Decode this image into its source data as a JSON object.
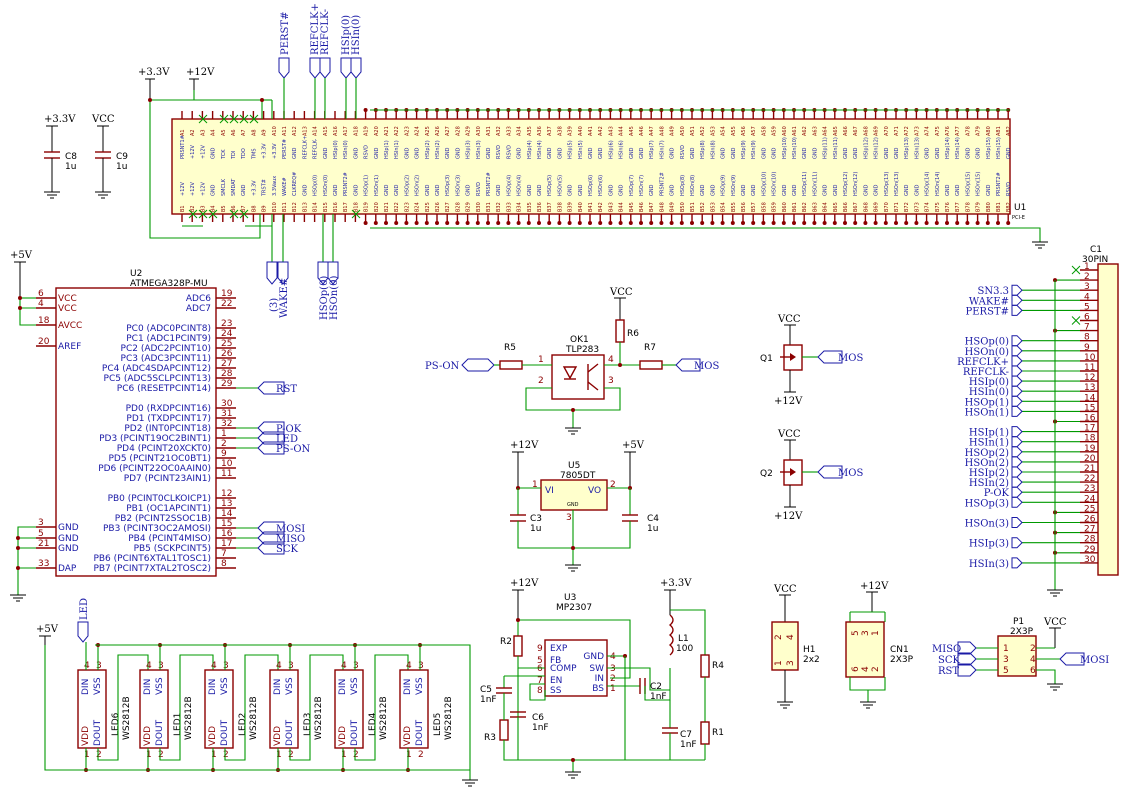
{
  "u1": {
    "ref": "U1",
    "value": "PCI-E",
    "top_pins": [
      "A1",
      "A2",
      "A3",
      "A4",
      "A5",
      "A6",
      "A7",
      "A8",
      "A9",
      "A10",
      "A11",
      "A12",
      "A13",
      "A14",
      "A15",
      "A16",
      "A17",
      "A18",
      "A19",
      "A20",
      "A21",
      "A22",
      "A23",
      "A24",
      "A25",
      "A26",
      "A27",
      "A28",
      "A29",
      "A30",
      "A31",
      "A32",
      "A33",
      "A34",
      "A35",
      "A36",
      "A37",
      "A38",
      "A39",
      "A40",
      "A41",
      "A42",
      "A43",
      "A44",
      "A45",
      "A46",
      "A47",
      "A48",
      "A49",
      "A50",
      "A51",
      "A52",
      "A53",
      "A54",
      "A55",
      "A56",
      "A57",
      "A58",
      "A59",
      "A60",
      "A61",
      "A62",
      "A63",
      "A64",
      "A65",
      "A66",
      "A67",
      "A68",
      "A69",
      "A70",
      "A71",
      "A72",
      "A73",
      "A74",
      "A75",
      "A76",
      "A77",
      "A78",
      "A79",
      "A80",
      "A81",
      "A82"
    ],
    "top_names": [
      "PRSNT1#",
      "+12V",
      "+12V",
      "GND",
      "TCK",
      "TDI",
      "TDO",
      "TMS",
      "+3.3V",
      "+3.3V",
      "PERST#",
      "GND",
      "REFCLK+",
      "REFCLK-",
      "GND",
      "HSIp(0)",
      "HSIn(0)",
      "GND",
      "RSVD",
      "GND",
      "HSIp(1)",
      "HSIn(1)",
      "GND",
      "GND",
      "HSIp(2)",
      "HSIn(2)",
      "GND",
      "GND",
      "HSIp(3)",
      "HSIn(3)",
      "GND",
      "RSVD",
      "RSVD",
      "GND",
      "HSIp(4)",
      "HSIn(4)",
      "GND",
      "GND",
      "HSIp(5)",
      "HSIn(5)",
      "GND",
      "GND",
      "HSIp(6)",
      "HSIn(6)",
      "GND",
      "GND",
      "HSIp(7)",
      "HSIn(7)",
      "GND",
      "RSVD",
      "GND",
      "HSIp(8)",
      "HSIn(8)",
      "GND",
      "GND",
      "HSIp(9)",
      "HSIn(9)",
      "GND",
      "GND",
      "HSIp(10)",
      "HSIn(10)",
      "GND",
      "GND",
      "HSIp(11)",
      "HSIn(11)",
      "GND",
      "GND",
      "HSIp(12)",
      "HSIn(12)",
      "GND",
      "GND",
      "HSIp(13)",
      "HSIn(13)",
      "GND",
      "GND",
      "HSIp(14)",
      "HSIn(14)",
      "GND",
      "GND",
      "HSIp(15)",
      "HSIn(15)",
      "GND"
    ],
    "bottom_pins": [
      "B1",
      "B2",
      "B3",
      "B4",
      "B5",
      "B6",
      "B7",
      "B8",
      "B9",
      "B10",
      "B11",
      "B12",
      "B13",
      "B14",
      "B15",
      "B16",
      "B17",
      "B18",
      "B19",
      "B20",
      "B21",
      "B22",
      "B23",
      "B24",
      "B25",
      "B26",
      "B27",
      "B28",
      "B29",
      "B30",
      "B31",
      "B32",
      "B33",
      "B34",
      "B35",
      "B36",
      "B37",
      "B38",
      "B39",
      "B40",
      "B41",
      "B42",
      "B43",
      "B44",
      "B45",
      "B46",
      "B47",
      "B48",
      "B49",
      "B50",
      "B51",
      "B52",
      "B53",
      "B54",
      "B55",
      "B56",
      "B57",
      "B58",
      "B59",
      "B60",
      "B61",
      "B62",
      "B63",
      "B64",
      "B65",
      "B66",
      "B67",
      "B68",
      "B69",
      "B70",
      "B71",
      "B72",
      "B73",
      "B74",
      "B75",
      "B76",
      "B77",
      "B78",
      "B79",
      "B80",
      "B81",
      "B82"
    ],
    "bottom_names": [
      "+12V",
      "+12V",
      "+12V",
      "GND",
      "SMCLK",
      "SMDAT",
      "GND",
      "+3.3V",
      "TRST#",
      "3.3Vaux",
      "WAKE#",
      "CLKREQ#",
      "GND",
      "HSOp(0)",
      "HSOn(0)",
      "GND",
      "PRSNT2#",
      "GND",
      "HSOp(1)",
      "HSOn(1)",
      "GND",
      "GND",
      "HSOp(2)",
      "HSOn(2)",
      "GND",
      "GND",
      "HSOp(3)",
      "HSOn(3)",
      "GND",
      "RSVD",
      "PRSNT2#",
      "GND",
      "HSOp(4)",
      "HSOn(4)",
      "GND",
      "GND",
      "HSOp(5)",
      "HSOn(5)",
      "GND",
      "GND",
      "HSOp(6)",
      "HSOn(6)",
      "GND",
      "GND",
      "HSOp(7)",
      "HSOn(7)",
      "GND",
      "PRSNT2#",
      "GND",
      "HSOp(8)",
      "HSOn(8)",
      "GND",
      "GND",
      "HSOp(9)",
      "HSOn(9)",
      "GND",
      "GND",
      "HSOp(10)",
      "HSOn(10)",
      "GND",
      "GND",
      "HSOp(11)",
      "HSOn(11)",
      "GND",
      "GND",
      "HSOp(12)",
      "HSOn(12)",
      "GND",
      "GND",
      "HSOp(13)",
      "HSOn(13)",
      "GND",
      "GND",
      "HSOp(14)",
      "HSOn(14)",
      "GND",
      "GND",
      "HSOp(15)",
      "HSOn(15)",
      "GND",
      "PRSNT2#",
      "RSVD"
    ]
  },
  "u1_labels": {
    "pwr_33": "+3.3V",
    "pwr_12": "+12V",
    "perst": "PERST#",
    "refclkp": "REFCLK+",
    "refclkn": "REFCLK-",
    "hsip0": "HSIp(0)",
    "hsin0": "HSIn(0)",
    "b_3": "(3)",
    "b_wake": "WAKE#",
    "b_hsop0": "HSOp(0)",
    "b_hson0": "HSOn(0)"
  },
  "caps_left": {
    "c8": {
      "pwr": "+3.3V",
      "ref": "C8",
      "val": "1u"
    },
    "c9": {
      "pwr": "VCC",
      "ref": "C9",
      "val": "1u"
    }
  },
  "u2": {
    "ref": "U2",
    "value": "ATMEGA328P-MU",
    "pwr": "+5V",
    "left_pins": [
      {
        "num": "6",
        "name": "VCC"
      },
      {
        "num": "4",
        "name": "VCC"
      },
      {
        "num": "18",
        "name": "AVCC"
      },
      {
        "num": "20",
        "name": "AREF"
      },
      {
        "num": "3",
        "name": "GND"
      },
      {
        "num": "5",
        "name": "GND"
      },
      {
        "num": "21",
        "name": "GND"
      },
      {
        "num": "33",
        "name": "DAP"
      }
    ],
    "right_pins": [
      {
        "num": "19",
        "name": "ADC6"
      },
      {
        "num": "22",
        "name": "ADC7"
      },
      {
        "num": "23",
        "name": "PC0 (ADC0PCINT8)"
      },
      {
        "num": "24",
        "name": "PC1 (ADC1PCINT9)"
      },
      {
        "num": "25",
        "name": "PC2 (ADC2PCINT10)"
      },
      {
        "num": "26",
        "name": "PC3 (ADC3PCINT11)"
      },
      {
        "num": "27",
        "name": "PC4 (ADC4SDAPCINT12)"
      },
      {
        "num": "28",
        "name": "PC5 (ADC5SCLPCINT13)"
      },
      {
        "num": "29",
        "name": "PC6 (RESETPCINT14)"
      },
      {
        "num": "30",
        "name": "PD0 (RXDPCINT16)"
      },
      {
        "num": "31",
        "name": "PD1 (TXDPCINT17)"
      },
      {
        "num": "32",
        "name": "PD2 (INT0PCINT18)"
      },
      {
        "num": "1",
        "name": "PD3 (PCINT19OC2BINT1)"
      },
      {
        "num": "2",
        "name": "PD4 (PCINT20XCKT0)"
      },
      {
        "num": "9",
        "name": "PD5 (PCINT21OC0BT1)"
      },
      {
        "num": "10",
        "name": "PD6 (PCINT22OC0AAIN0)"
      },
      {
        "num": "11",
        "name": "PD7 (PCINT23AIN1)"
      },
      {
        "num": "12",
        "name": "PB0 (PCINT0CLKOICP1)"
      },
      {
        "num": "13",
        "name": "PB1 (OC1APCINT1)"
      },
      {
        "num": "14",
        "name": "PB2 (PCINT2SSOC1B)"
      },
      {
        "num": "15",
        "name": "PB3 (PCINT3OC2AMOSI)"
      },
      {
        "num": "16",
        "name": "PB4 (PCINT4MISO)"
      },
      {
        "num": "17",
        "name": "PB5 (SCKPCINT5)"
      },
      {
        "num": "7",
        "name": "PB6 (PCINT6XTAL1TOSC1)"
      },
      {
        "num": "8",
        "name": "PB7 (PCINT7XTAL2TOSC2)"
      }
    ],
    "labels": {
      "rst": "RST",
      "pok": "P-OK",
      "led": "LED",
      "pson": "PS-ON",
      "mosi": "MOSI",
      "miso": "MISO",
      "sck": "SCK"
    }
  },
  "ok1": {
    "ref": "OK1",
    "value": "TLP283",
    "pwr": "VCC",
    "r5": "R5",
    "r6": "R6",
    "r7": "R7",
    "in_label": "PS-ON",
    "out_label": "MOS",
    "pins": [
      "1",
      "2",
      "3",
      "4"
    ]
  },
  "q": {
    "q1": {
      "ref": "Q1",
      "vcc": "VCC",
      "p12": "+12V",
      "label": "MOS"
    },
    "q2": {
      "ref": "Q2",
      "vcc": "VCC",
      "p12": "+12V",
      "label": "MOS"
    }
  },
  "u5": {
    "ref": "U5",
    "value": "7805DT",
    "in_pwr": "+12V",
    "out_pwr": "+5V",
    "vi": "VI",
    "vo": "VO",
    "gnd": "GND",
    "p1": "1",
    "p2": "2",
    "p3": "3",
    "c3": {
      "ref": "C3",
      "val": "1u"
    },
    "c4": {
      "ref": "C4",
      "val": "1u"
    }
  },
  "c1": {
    "ref": "C1",
    "value": "30PIN",
    "pins": [
      "1",
      "2",
      "3",
      "4",
      "5",
      "6",
      "7",
      "8",
      "9",
      "10",
      "11",
      "12",
      "13",
      "14",
      "15",
      "16",
      "17",
      "18",
      "19",
      "20",
      "21",
      "22",
      "23",
      "24",
      "25",
      "26",
      "27",
      "28",
      "29",
      "30"
    ],
    "labels": [
      {
        "pin": 3,
        "text": "SN3.3"
      },
      {
        "pin": 4,
        "text": "WAKE#"
      },
      {
        "pin": 5,
        "text": "PERST#"
      },
      {
        "pin": 8,
        "text": "HSOp(0)"
      },
      {
        "pin": 9,
        "text": "HSOn(0)"
      },
      {
        "pin": 10,
        "text": "REFCLK+"
      },
      {
        "pin": 11,
        "text": "REFCLK-"
      },
      {
        "pin": 12,
        "text": "HSIp(0)"
      },
      {
        "pin": 13,
        "text": "HSIn(0)"
      },
      {
        "pin": 14,
        "text": "HSOp(1)"
      },
      {
        "pin": 15,
        "text": "HSOn(1)"
      },
      {
        "pin": 17,
        "text": "HSIp(1)"
      },
      {
        "pin": 18,
        "text": "HSIn(1)"
      },
      {
        "pin": 19,
        "text": "HSOp(2)"
      },
      {
        "pin": 20,
        "text": "HSOn(2)"
      },
      {
        "pin": 21,
        "text": "HSIp(2)"
      },
      {
        "pin": 22,
        "text": "HSIn(2)"
      },
      {
        "pin": 23,
        "text": "P-OK"
      },
      {
        "pin": 24,
        "text": "HSOp(3)"
      },
      {
        "pin": 26,
        "text": "HSOn(3)"
      },
      {
        "pin": 28,
        "text": "HSIp(3)"
      },
      {
        "pin": 30,
        "text": "HSIn(3)"
      }
    ]
  },
  "leds": {
    "pwr": "+5V",
    "label": "LED",
    "din": "DIN",
    "vss": "VSS",
    "vdd": "VDD",
    "dout": "DOUT",
    "items": [
      {
        "ref": "LED6",
        "val": "WS2812B"
      },
      {
        "ref": "LED1",
        "val": "WS2812B"
      },
      {
        "ref": "LED2",
        "val": "WS2812B"
      },
      {
        "ref": "LED3",
        "val": "WS2812B"
      },
      {
        "ref": "LED4",
        "val": "WS2812B"
      },
      {
        "ref": "LED5",
        "val": "WS2812B"
      }
    ],
    "p4": "4",
    "p3": "3",
    "p1": "1",
    "p2": "2"
  },
  "u3": {
    "ref": "U3",
    "value": "MP2307",
    "in_pwr": "+12V",
    "out_pwr": "+3.3V",
    "left_pins": [
      {
        "num": "9",
        "name": "EXP"
      },
      {
        "num": "5",
        "name": "FB"
      },
      {
        "num": "6",
        "name": "COMP"
      },
      {
        "num": "7",
        "name": "EN"
      },
      {
        "num": "8",
        "name": "SS"
      }
    ],
    "right_pins": [
      {
        "num": "4",
        "name": "GND"
      },
      {
        "num": "3",
        "name": "SW"
      },
      {
        "num": "2",
        "name": "IN"
      },
      {
        "num": "1",
        "name": "BS"
      }
    ],
    "r2": "R2",
    "r3": "R3",
    "r4": "R4",
    "r1": "R1",
    "c5": {
      "ref": "C5",
      "val": "1nF"
    },
    "c6": {
      "ref": "C6",
      "val": "1nF"
    },
    "c2": {
      "ref": "C2",
      "val": "1nF"
    },
    "c7": {
      "ref": "C7",
      "val": "1nF"
    },
    "l1": {
      "ref": "L1",
      "val": "100"
    }
  },
  "h1": {
    "pwr": "VCC",
    "ref": "H1",
    "val": "2x2",
    "pins": [
      "2",
      "4",
      "1",
      "3"
    ]
  },
  "cn1": {
    "pwr": "+12V",
    "ref": "CN1",
    "val": "2X3P",
    "pins": [
      "5",
      "3",
      "1",
      "6",
      "4",
      "2"
    ]
  },
  "p1": {
    "pwr": "VCC",
    "ref": "P1",
    "val": "2X3P",
    "pins": [
      "1",
      "3",
      "5",
      "2",
      "4",
      "6"
    ],
    "labels": {
      "miso": "MISO",
      "sck": "SCK",
      "rst": "RST",
      "mosi": "MOSI"
    }
  }
}
